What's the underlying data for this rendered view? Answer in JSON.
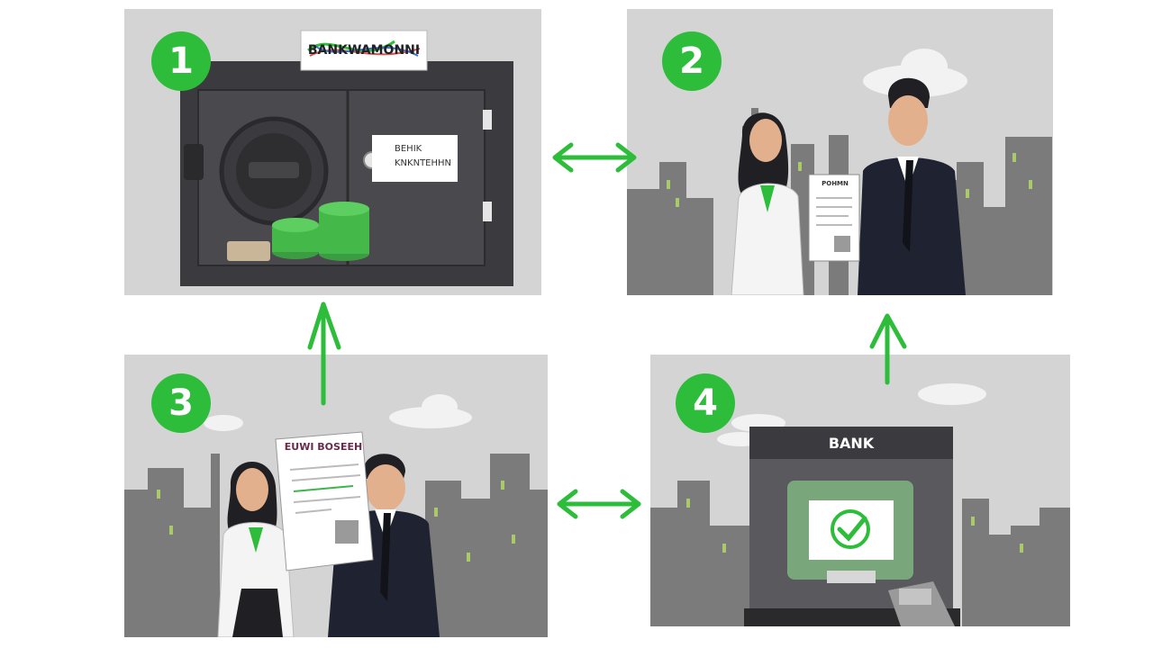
{
  "steps": [
    {
      "number": "1",
      "sign": "BANKWAMONNI",
      "safe_label_line1": "BEHIK",
      "safe_label_line2": "KNKNTEHHN"
    },
    {
      "number": "2",
      "doc_title": "POHMN"
    },
    {
      "number": "3",
      "doc_title": "EUWI BOSEEH"
    },
    {
      "number": "4",
      "atm_label": "BANK"
    }
  ],
  "colors": {
    "accent": "#2dbd3a",
    "panel_bg": "#d4d4d4",
    "safe": "#3b3b3f",
    "cash": "#45b84a"
  }
}
